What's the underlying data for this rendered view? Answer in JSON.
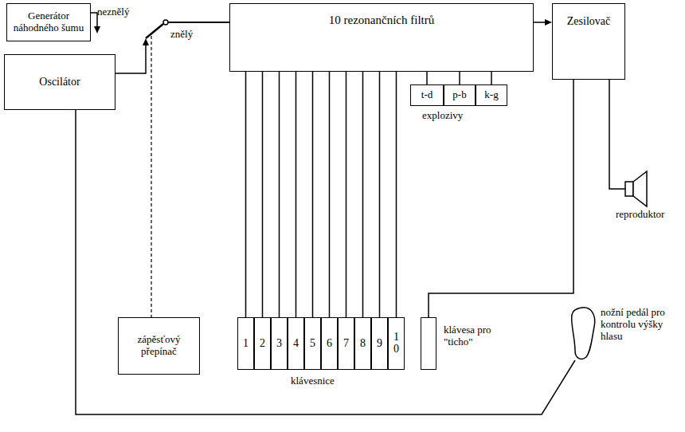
{
  "diagram": {
    "nodes": [
      {
        "text": [
          "Generátor náhodného šumu"
        ]
      },
      {
        "text": [
          "Oscilátor"
        ]
      },
      {
        "text": [
          "10 rezonančních filtrů"
        ]
      },
      {
        "text": [
          "Zesilovač"
        ]
      },
      {
        "text": [
          "t-d"
        ]
      },
      {
        "text": [
          "p-b"
        ]
      },
      {
        "text": [
          "k-g"
        ]
      },
      {
        "text": [
          "zápěsťový přepínač"
        ]
      },
      {
        "text": [
          "1"
        ]
      },
      {
        "text": [
          "2"
        ]
      },
      {
        "text": [
          "3"
        ]
      },
      {
        "text": [
          "4"
        ]
      },
      {
        "text": [
          "5"
        ]
      },
      {
        "text": [
          "6"
        ]
      },
      {
        "text": [
          "7"
        ]
      },
      {
        "text": [
          "8"
        ]
      },
      {
        "text": [
          "9"
        ]
      },
      {
        "text": [
          "10"
        ]
      },
      {
        "text": [
          "klávesa pro \"ticho\""
        ]
      }
    ],
    "edges": [
      {
        "from": 0,
        "to": 2,
        "arrow": "to"
      },
      {
        "from": 1,
        "to": 2,
        "arrow": "to"
      },
      {
        "from": 2,
        "to": 3,
        "arrow": "to"
      },
      {
        "from": 2,
        "to": 8,
        "arrow": "none"
      },
      {
        "from": 2,
        "to": 9,
        "arrow": "none"
      },
      {
        "from": 2,
        "to": 10,
        "arrow": "none"
      },
      {
        "from": 2,
        "to": 11,
        "arrow": "none"
      },
      {
        "from": 2,
        "to": 12,
        "arrow": "none"
      },
      {
        "from": 2,
        "to": 13,
        "arrow": "none"
      },
      {
        "from": 2,
        "to": 14,
        "arrow": "none"
      },
      {
        "from": 2,
        "to": 15,
        "arrow": "none"
      },
      {
        "from": 2,
        "to": 16,
        "arrow": "none"
      },
      {
        "from": 2,
        "to": 17,
        "arrow": "none"
      },
      {
        "from": 2,
        "to": 4,
        "arrow": "none"
      },
      {
        "from": 2,
        "to": 5,
        "arrow": "none"
      },
      {
        "from": 2,
        "to": 6,
        "arrow": "none"
      },
      {
        "from": 3,
        "to": 18,
        "arrow": "none"
      }
    ],
    "labels": [
      "neznělý",
      "znělý",
      "explozivy",
      "klávesnice",
      "reproduktor",
      "nožní pedál pro kontrolu výšky hlasu"
    ]
  }
}
